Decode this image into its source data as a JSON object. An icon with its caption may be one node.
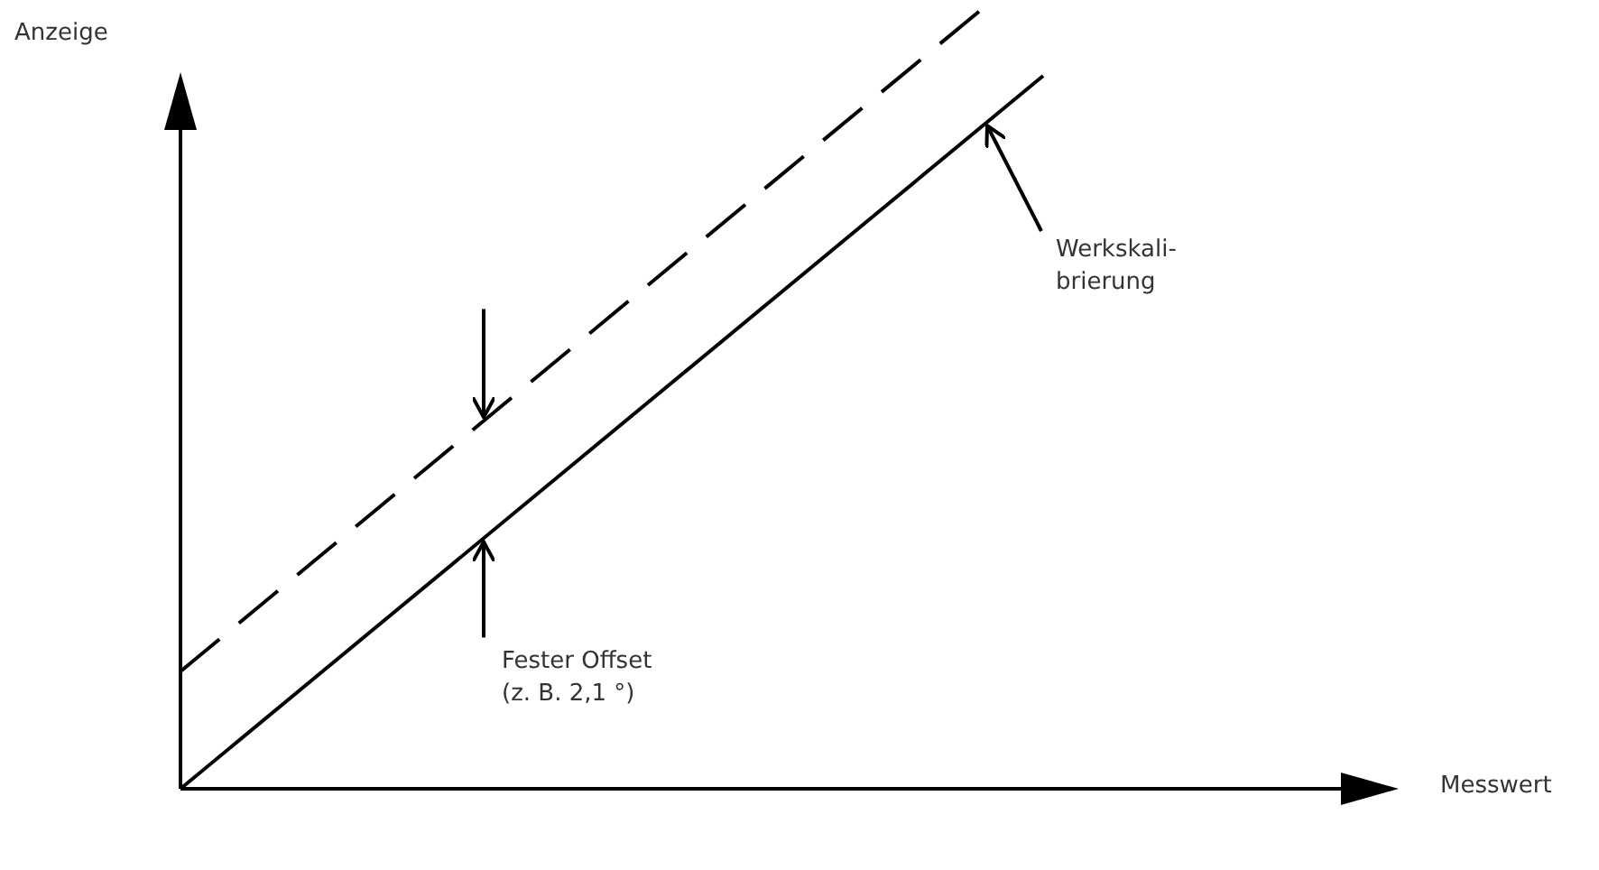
{
  "diagram": {
    "nodes": [
      {
        "text": [
          "Werkskali- brierung"
        ]
      },
      {
        "text": [],
        "shape": "line"
      }
    ],
    "edges": [
      {
        "from": 0,
        "to": 1,
        "arrow": "to"
      }
    ],
    "labels": [
      "Anzeige",
      "Messwert",
      "Fester Offset (z. B. 2,1 °)"
    ]
  }
}
